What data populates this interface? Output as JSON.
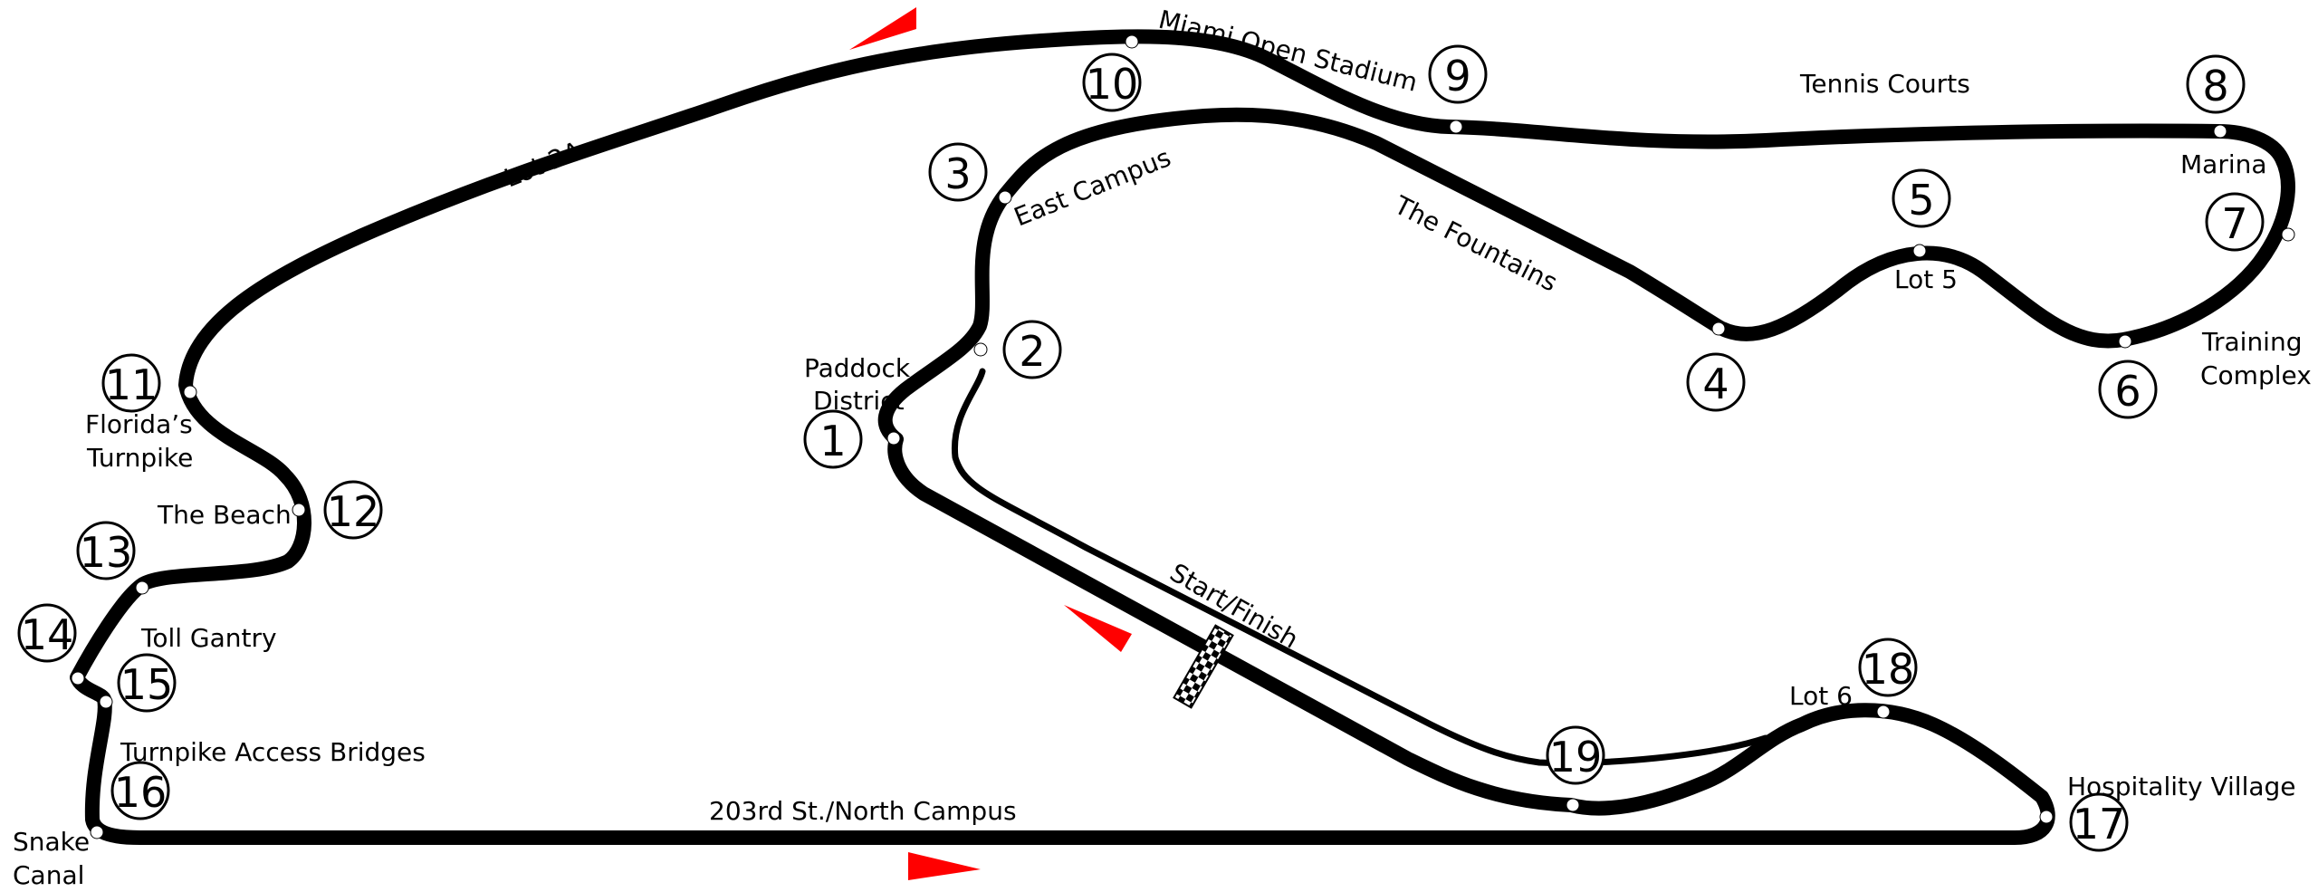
{
  "colors": {
    "track": "#000000",
    "background": "#ffffff",
    "direction_arrow": "#ff0000"
  },
  "icons": {
    "start_finish": "checkered-flag-icon",
    "direction": "red-arrowhead-icon"
  },
  "corners": [
    {
      "number": "1"
    },
    {
      "number": "2"
    },
    {
      "number": "3"
    },
    {
      "number": "4"
    },
    {
      "number": "5"
    },
    {
      "number": "6"
    },
    {
      "number": "7"
    },
    {
      "number": "8"
    },
    {
      "number": "9"
    },
    {
      "number": "10"
    },
    {
      "number": "11"
    },
    {
      "number": "12"
    },
    {
      "number": "13"
    },
    {
      "number": "14"
    },
    {
      "number": "15"
    },
    {
      "number": "16"
    },
    {
      "number": "17"
    },
    {
      "number": "18"
    },
    {
      "number": "19"
    }
  ],
  "labels": {
    "miami_open_stadium": "Miami Open Stadium",
    "tennis_courts": "Tennis Courts",
    "marina": "Marina",
    "lot_2a": "Lot 2A",
    "east_campus": "East Campus",
    "the_fountains": "The Fountains",
    "lot_5": "Lot 5",
    "training_complex_1": "Training",
    "training_complex_2": "Complex",
    "paddock_district_1": "Paddock",
    "paddock_district_2": "District",
    "floridas_turnpike_1": "Florida’s",
    "floridas_turnpike_2": "Turnpike",
    "the_beach": "The Beach",
    "start_finish": "Start/Finish",
    "toll_gantry": "Toll Gantry",
    "turnpike_access_bridges": "Turnpike Access Bridges",
    "lot_6": "Lot 6",
    "hospitality_village": "Hospitality Village",
    "north_campus": "203rd St./North Campus",
    "snake_canal_1": "Snake",
    "snake_canal_2": "Canal"
  }
}
